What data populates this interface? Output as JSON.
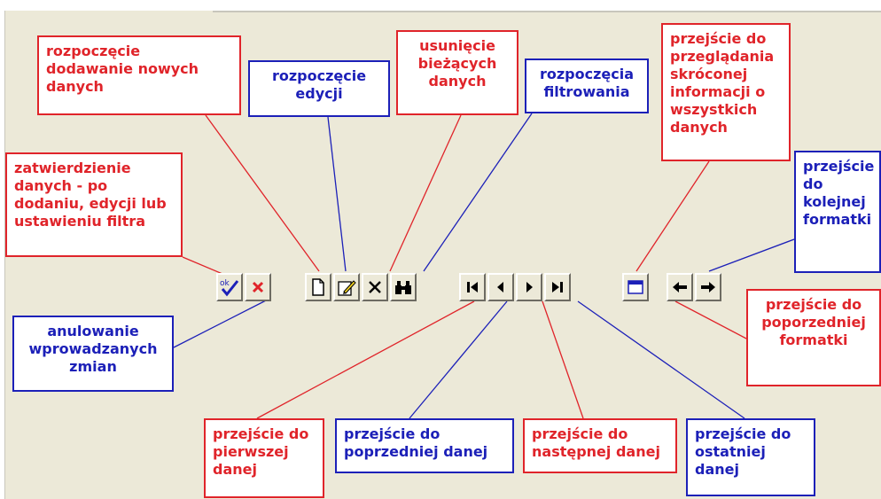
{
  "labels": {
    "new": "rozpoczęcie\ndodawanie nowych\ndanych",
    "edit": "rozpoczęcie\nedycji",
    "delete": "usunięcie\nbieżących\ndanych",
    "filter": "rozpoczęcia\nfiltrowania",
    "summary": "przejście do\nprzeglądania\nskróconej\ninformacji o\nwszystkich\ndanych",
    "next_form": "przejście\ndo\nkolejnej\nformatki",
    "confirm": "zatwierdzienie\ndanych - po\ndodaniu, edycji lub\nustawieniu filtra",
    "cancel": "anulowanie\nwprowadzanych\nzmian",
    "prev_form": "przejście do\npoporzedniej\nformatki",
    "first": "przejście do\npierwszej\ndanej",
    "prev": "przejście do\npoprzedniej danej",
    "next": "przejście do\nnastępnej danej",
    "last": "przejście do\nostatniej\ndanej"
  },
  "toolbar": {
    "ok_glyph": "ok",
    "icons": [
      "ok-check-icon",
      "cancel-x-icon",
      "new-document-icon",
      "edit-pencil-icon",
      "delete-x-icon",
      "binoculars-icon",
      "first-record-icon",
      "prev-record-icon",
      "next-record-icon",
      "last-record-icon",
      "grid-window-icon",
      "arrow-left-icon",
      "arrow-right-icon"
    ]
  },
  "colors": {
    "red": "#e0242a",
    "blue": "#1c20b8",
    "background": "#ece9d8"
  }
}
